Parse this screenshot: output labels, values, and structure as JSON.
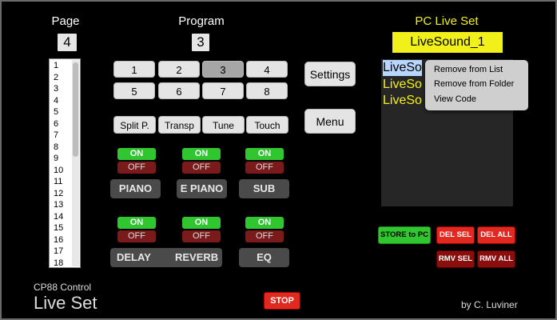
{
  "page": {
    "label": "Page",
    "value": "4",
    "list": [
      "1",
      "2",
      "3",
      "4",
      "5",
      "6",
      "7",
      "8",
      "9",
      "10",
      "11",
      "12",
      "13",
      "14",
      "15",
      "16",
      "17",
      "18"
    ]
  },
  "program": {
    "label": "Program",
    "value": "3",
    "buttons": [
      "1",
      "2",
      "3",
      "4",
      "5",
      "6",
      "7",
      "8"
    ],
    "selected": "3"
  },
  "tools": {
    "split": "Split P.",
    "transp": "Transp",
    "tune": "Tune",
    "touch": "Touch"
  },
  "settings_label": "Settings",
  "menu_label": "Menu",
  "on_label": "ON",
  "off_label": "OFF",
  "sections": {
    "piano": "PIANO",
    "epiano": "E PIANO",
    "sub": "SUB",
    "delay": "DELAY",
    "reverb": "REVERB",
    "eq": "EQ"
  },
  "live_set": {
    "label": "PC Live Set",
    "name": "LiveSound_1",
    "items": [
      "LiveSo",
      "LiveSo",
      "LiveSo"
    ]
  },
  "context_menu": {
    "items": [
      "Remove from List",
      "Remove from Folder",
      "View Code"
    ]
  },
  "actions": {
    "store": "STORE to PC",
    "del_sel": "DEL SEL",
    "del_all": "DEL ALL",
    "rmv_sel": "RMV SEL",
    "rmv_all": "RMV ALL",
    "stop": "STOP"
  },
  "footer": {
    "app_sub": "CP88 Control",
    "app_title": "Live Set",
    "author": "by C. Luviner"
  },
  "colors": {
    "background": "#000000",
    "on_green": "#2fc62f",
    "off_red": "#7a1a1a",
    "accent_yellow": "#f2f01a",
    "stop_red": "#e02a1f"
  }
}
